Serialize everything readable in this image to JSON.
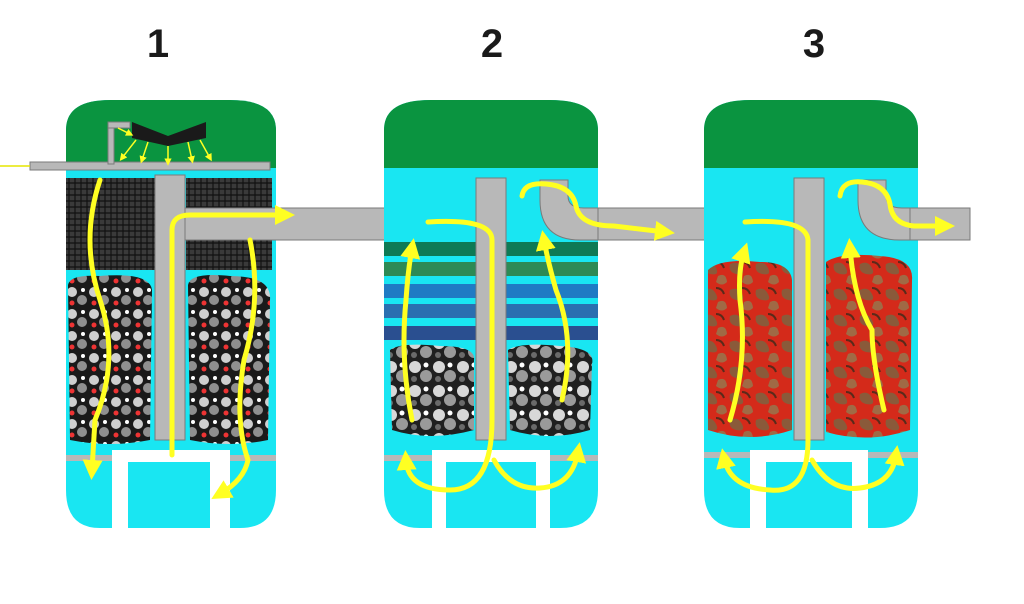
{
  "stages": [
    {
      "number": "1"
    },
    {
      "number": "2"
    },
    {
      "number": "3"
    }
  ],
  "colors": {
    "dome": "#0a9440",
    "water": "#19e6f2",
    "pipe": "#b8b8b8",
    "pipe_edge": "#7a7a7a",
    "flow_arrow": "#ffff22",
    "inlet_line": "#e6e600",
    "brush_media": "#2a2a2a",
    "stone_media": "#9a9a9a",
    "lava_media": "#b33a2a",
    "mat_green": "#0e7a55",
    "mat_blue": "#1f7bc4",
    "base_stand": "#ffffff"
  },
  "icons": [
    "flow-arrow-icon",
    "spray-head-icon",
    "inlet-pipe-icon",
    "outlet-pipe-icon"
  ]
}
